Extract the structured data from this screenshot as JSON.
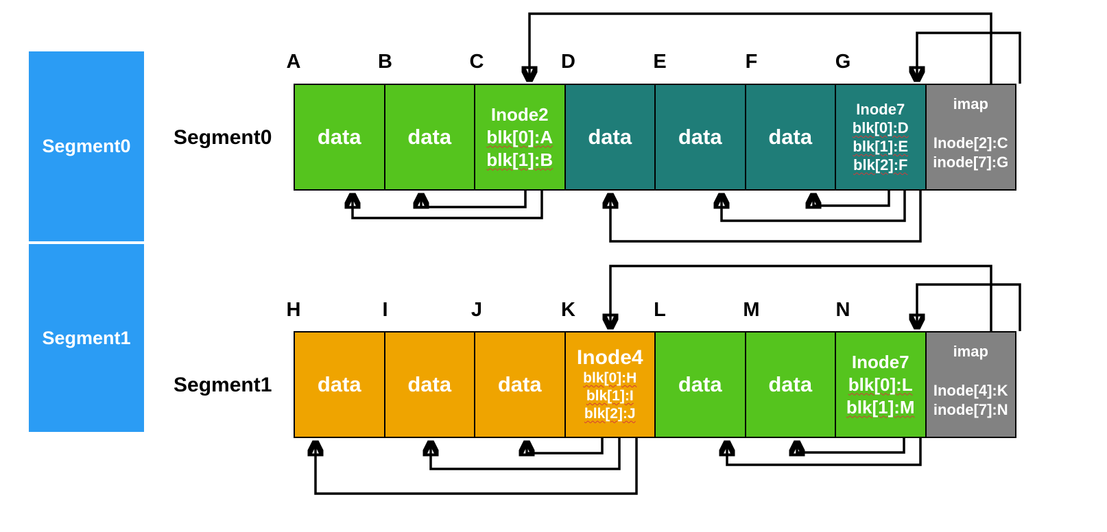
{
  "colors": {
    "segment_blue": "#2b9cf4",
    "green": "#55c41e",
    "teal": "#1f7d78",
    "orange": "#efa400",
    "imap_gray": "#828282",
    "arrow": "#000000",
    "block_text": "#ffffff",
    "letter_text": "#000000"
  },
  "disk": {
    "segments": [
      {
        "label": "Segment0"
      },
      {
        "label": "Segment1"
      }
    ]
  },
  "rows": [
    {
      "label": "Segment0",
      "letters": [
        "A",
        "B",
        "C",
        "D",
        "E",
        "F",
        "G"
      ],
      "blocks": [
        {
          "kind": "data",
          "lines": [
            "data"
          ]
        },
        {
          "kind": "data",
          "lines": [
            "data"
          ]
        },
        {
          "kind": "inode",
          "lines": [
            "Inode2",
            "blk[0]:A",
            "blk[1]:B"
          ]
        },
        {
          "kind": "data",
          "lines": [
            "data"
          ]
        },
        {
          "kind": "data",
          "lines": [
            "data"
          ]
        },
        {
          "kind": "data",
          "lines": [
            "data"
          ]
        },
        {
          "kind": "inode",
          "lines": [
            "Inode7",
            "blk[0]:D",
            "blk[1]:E",
            "blk[2]:F"
          ]
        },
        {
          "kind": "imap",
          "lines": [
            "imap",
            "Inode[2]:C",
            "inode[7]:G"
          ]
        }
      ],
      "arrows": [
        {
          "from": "imap",
          "to": "C"
        },
        {
          "from": "imap",
          "to": "G"
        },
        {
          "from": "Inode2",
          "to": "A"
        },
        {
          "from": "Inode2",
          "to": "B"
        },
        {
          "from": "Inode7",
          "to": "D"
        },
        {
          "from": "Inode7",
          "to": "E"
        },
        {
          "from": "Inode7",
          "to": "F"
        }
      ]
    },
    {
      "label": "Segment1",
      "letters": [
        "H",
        "I",
        "J",
        "K",
        "L",
        "M",
        "N"
      ],
      "blocks": [
        {
          "kind": "data",
          "lines": [
            "data"
          ]
        },
        {
          "kind": "data",
          "lines": [
            "data"
          ]
        },
        {
          "kind": "data",
          "lines": [
            "data"
          ]
        },
        {
          "kind": "inode",
          "lines": [
            "Inode4",
            "blk[0]:H",
            "blk[1]:I",
            "blk[2]:J"
          ]
        },
        {
          "kind": "data",
          "lines": [
            "data"
          ]
        },
        {
          "kind": "data",
          "lines": [
            "data"
          ]
        },
        {
          "kind": "inode",
          "lines": [
            "Inode7",
            "blk[0]:L",
            "blk[1]:M"
          ]
        },
        {
          "kind": "imap",
          "lines": [
            "imap",
            "Inode[4]:K",
            "inode[7]:N"
          ]
        }
      ],
      "arrows": [
        {
          "from": "imap",
          "to": "K"
        },
        {
          "from": "imap",
          "to": "N"
        },
        {
          "from": "Inode4",
          "to": "H"
        },
        {
          "from": "Inode4",
          "to": "I"
        },
        {
          "from": "Inode4",
          "to": "J"
        },
        {
          "from": "Inode7",
          "to": "L"
        },
        {
          "from": "Inode7",
          "to": "M"
        }
      ]
    }
  ]
}
